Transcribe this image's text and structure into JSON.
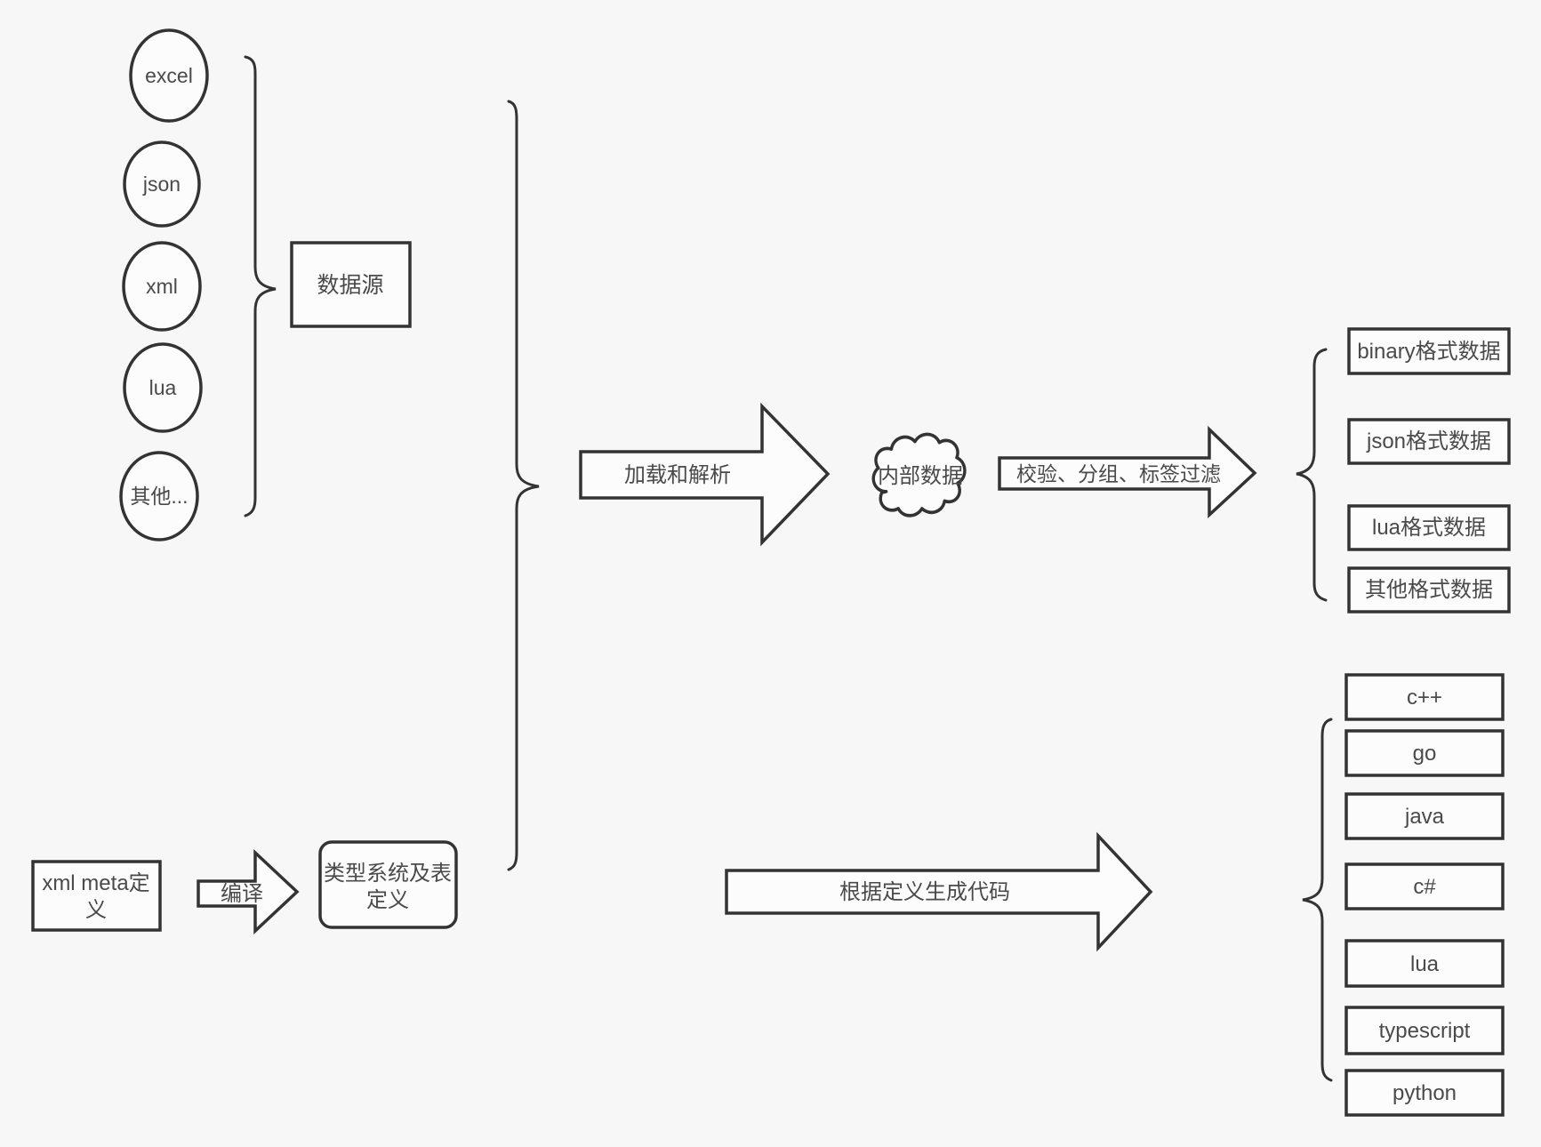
{
  "sources": {
    "items": [
      "excel",
      "json",
      "xml",
      "lua",
      "其他..."
    ],
    "group_label": "数据源"
  },
  "pipeline": {
    "load_parse_arrow": "加载和解析",
    "internal_data": "内部数据",
    "filter_arrow": "校验、分组、标签过滤"
  },
  "outputs": {
    "items": [
      "binary格式数据",
      "json格式数据",
      "lua格式数据",
      "其他格式数据"
    ]
  },
  "codegen": {
    "xml_meta_line1": "xml meta定",
    "xml_meta_line2": "义",
    "compile_arrow": "编译",
    "type_system_line1": "类型系统及表",
    "type_system_line2": "定义",
    "generate_arrow": "根据定义生成代码"
  },
  "languages": {
    "items": [
      "c++",
      "go",
      "java",
      "c#",
      "lua",
      "typescript",
      "python"
    ]
  },
  "colors": {
    "background": "#f7f7f7",
    "stroke": "#333333",
    "shape_fill": "#fcfcfc",
    "text": "#4a4a4a"
  }
}
